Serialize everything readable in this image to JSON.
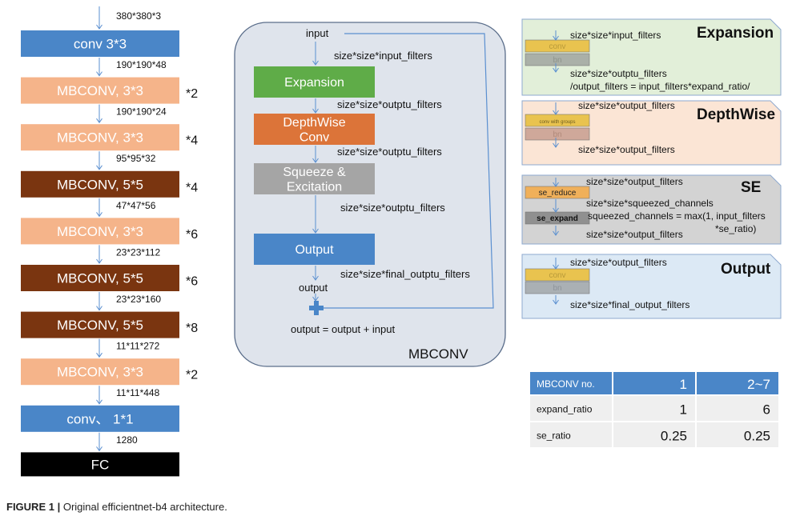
{
  "colors": {
    "blue": "#4a86c8",
    "light_orange": "#f5b48a",
    "dark_brown": "#7a3510",
    "green": "#5fac48",
    "orange": "#dc7439",
    "gray": "#a5a5a5",
    "black": "#000000",
    "mbconv_panel": "#dfe4ec",
    "expansion_panel": "#e2efd9",
    "depthwise_panel": "#fbe5d5",
    "se_panel": "#d3d3d3",
    "output_panel": "#dce9f5",
    "table_header": "#4a86c8",
    "table_row": "#efefef"
  },
  "main_column": {
    "input_size": "380*380*3",
    "blocks": [
      {
        "label": "conv 3*3",
        "repeat": "",
        "out_size": "190*190*48",
        "color": "blue",
        "text_color": "#ffffff"
      },
      {
        "label": "MBCONV, 3*3",
        "repeat": "*2",
        "out_size": "190*190*24",
        "color": "light_orange",
        "text_color": "#ffffff"
      },
      {
        "label": "MBCONV, 3*3",
        "repeat": "*4",
        "out_size": "95*95*32",
        "color": "light_orange",
        "text_color": "#ffffff"
      },
      {
        "label": "MBCONV, 5*5",
        "repeat": "*4",
        "out_size": "47*47*56",
        "color": "dark_brown",
        "text_color": "#ffffff"
      },
      {
        "label": "MBCONV, 3*3",
        "repeat": "*6",
        "out_size": "23*23*112",
        "color": "light_orange",
        "text_color": "#ffffff"
      },
      {
        "label": "MBCONV, 5*5",
        "repeat": "*6",
        "out_size": "23*23*160",
        "color": "dark_brown",
        "text_color": "#ffffff"
      },
      {
        "label": "MBCONV, 5*5",
        "repeat": "*8",
        "out_size": "11*11*272",
        "color": "dark_brown",
        "text_color": "#ffffff"
      },
      {
        "label": "MBCONV, 3*3",
        "repeat": "*2",
        "out_size": "11*11*448",
        "color": "light_orange",
        "text_color": "#ffffff"
      },
      {
        "label": "conv、 1*1",
        "repeat": "",
        "out_size": "1280",
        "color": "blue",
        "text_color": "#ffffff"
      },
      {
        "label": "FC",
        "repeat": "",
        "out_size": "",
        "color": "black",
        "text_color": "#ffffff"
      }
    ]
  },
  "mbconv_panel": {
    "title": "MBCONV",
    "input_label": "input",
    "input_size": "size*size*input_filters",
    "blocks": [
      {
        "label": "Expansion",
        "color": "green",
        "out": "size*size*outptu_filters"
      },
      {
        "label": "DepthWise\nConv",
        "color": "orange",
        "out": "size*size*outptu_filters"
      },
      {
        "label": "Squeeze &\nExcitation",
        "color": "gray",
        "out": "size*size*outptu_filters"
      },
      {
        "label": "Output",
        "color": "blue",
        "out": "size*size*final_outptu_filters"
      }
    ],
    "output_label": "output",
    "plus_symbol": "+",
    "residual_formula": "output = output + input"
  },
  "detail_panels": [
    {
      "title": "Expansion",
      "bg": "expansion_panel",
      "sub_boxes": [
        {
          "label": "conv",
          "fill": "#e9c34f",
          "text": "#b89a3a"
        },
        {
          "label": "bn",
          "fill": "#aab0a8",
          "text": "#8e948c"
        }
      ],
      "lines": [
        "size*size*input_filters",
        "size*size*outptu_filters",
        "/output_filters = input_filters*expand_ratio/"
      ]
    },
    {
      "title": "DepthWise",
      "bg": "depthwise_panel",
      "sub_boxes": [
        {
          "label": "conv with groups",
          "fill": "#e9c34f",
          "text": "#6a5a20"
        },
        {
          "label": "bn",
          "fill": "#cfa89a",
          "text": "#b08a7a"
        }
      ],
      "lines": [
        "size*size*output_filters",
        "size*size*output_filters"
      ]
    },
    {
      "title": "SE",
      "bg": "se_panel",
      "sub_boxes": [
        {
          "label": "se_reduce",
          "fill": "#f0b05a",
          "text": "#222222"
        },
        {
          "label": "se_expand",
          "fill": "#909090",
          "text": "#111111"
        }
      ],
      "lines": [
        "size*size*output_filters",
        "size*size*squeezed_channels",
        "squeezed_channels = max(1, input_filters",
        "*se_ratio)",
        "size*size*output_filters"
      ]
    },
    {
      "title": "Output",
      "bg": "output_panel",
      "sub_boxes": [
        {
          "label": "conv",
          "fill": "#e9c34f",
          "text": "#b89a3a"
        },
        {
          "label": "bn",
          "fill": "#aab0b4",
          "text": "#8e949a"
        }
      ],
      "lines": [
        "size*size*output_filters",
        "size*size*final_output_filters"
      ]
    }
  ],
  "param_table": {
    "header": [
      "MBCONV no.",
      "1",
      "2~7"
    ],
    "rows": [
      [
        "expand_ratio",
        "1",
        "6"
      ],
      [
        "se_ratio",
        "0.25",
        "0.25"
      ]
    ]
  },
  "caption": {
    "figure_label": "FIGURE 1 |",
    "text": "Original efficientnet-b4 architecture."
  }
}
